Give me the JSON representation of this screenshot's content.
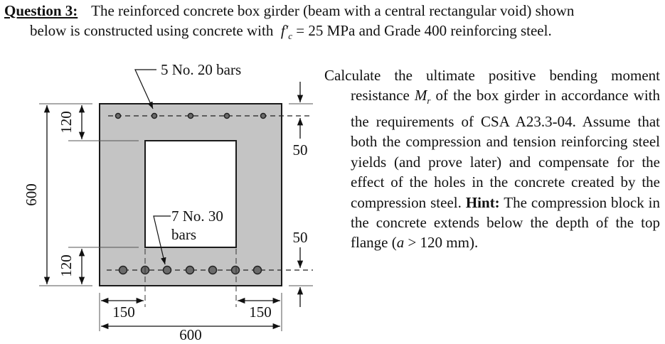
{
  "header": {
    "question_label": "Question 3:",
    "line1_text": "The reinforced concrete box girder (beam with a central rectangular void) shown",
    "line2_prefix": "below is constructed using concrete with",
    "fc_symbol": "f′",
    "fc_subscript": "c",
    "line2_suffix": "= 25 MPa  and Grade 400 reinforcing steel."
  },
  "problem": {
    "part1": "Calculate the ultimate positive bending moment resistance",
    "mr_symbol": "M",
    "mr_subscript": "r",
    "part2": "of the box girder in accordance with the requirements of CSA A23.3-04.  Assume that both the compression and tension reinforcing steel yields (and prove later) and compensate for the effect of the holes in the concrete created by the compression steel.",
    "hint_label": "Hint:",
    "hint_text": "The compression block in the concrete extends below the depth of the top flange (",
    "hint_var": "a",
    "hint_cond": " > 120 mm",
    "hint_end": ")."
  },
  "diagram": {
    "top_bars_label": "5 No. 20 bars",
    "bottom_bars_label_line1": "7 No. 30",
    "bottom_bars_label_line2": "bars",
    "dim_height_total": "600",
    "dim_top_flange": "120",
    "dim_bottom_flange": "120",
    "dim_top_cover": "50",
    "dim_bottom_cover": "50",
    "dim_left_web": "150",
    "dim_right_web": "150",
    "dim_width_total": "600",
    "colors": {
      "concrete": "#c4c4c4",
      "void": "#ffffff",
      "outline": "#1a1a1a",
      "bar_fill": "#6b6b6b",
      "dim_line": "#222222"
    },
    "top_bars_count": 5,
    "bottom_bars_count": 7
  }
}
